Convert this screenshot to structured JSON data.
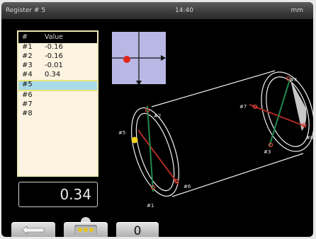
{
  "status": {
    "title": "Register # 5",
    "time": "14:40",
    "units": "mm"
  },
  "table": {
    "headers": [
      "#",
      "Value"
    ],
    "rows": [
      {
        "id": "#1",
        "value": "-0.16"
      },
      {
        "id": "#2",
        "value": "-0.16"
      },
      {
        "id": "#3",
        "value": "-0.01"
      },
      {
        "id": "#4",
        "value": "0.34"
      },
      {
        "id": "#5",
        "value": ""
      },
      {
        "id": "#6",
        "value": ""
      },
      {
        "id": "#7",
        "value": ""
      },
      {
        "id": "#8",
        "value": ""
      }
    ],
    "selected": "#5"
  },
  "display": {
    "value": "0.34"
  },
  "buttons": {
    "back_icon": "arrow-left-icon",
    "menu_icon": "three-dots-icon",
    "zero_label": "0"
  },
  "diagram": {
    "labels": [
      "#1",
      "#2",
      "#3",
      "#4",
      "#5",
      "#6",
      "#7",
      "#8"
    ]
  },
  "colors": {
    "marker": "#e2261b",
    "point": "#f0d21c",
    "selection": "#a9dbe6",
    "panel": "#fdf3e1"
  }
}
